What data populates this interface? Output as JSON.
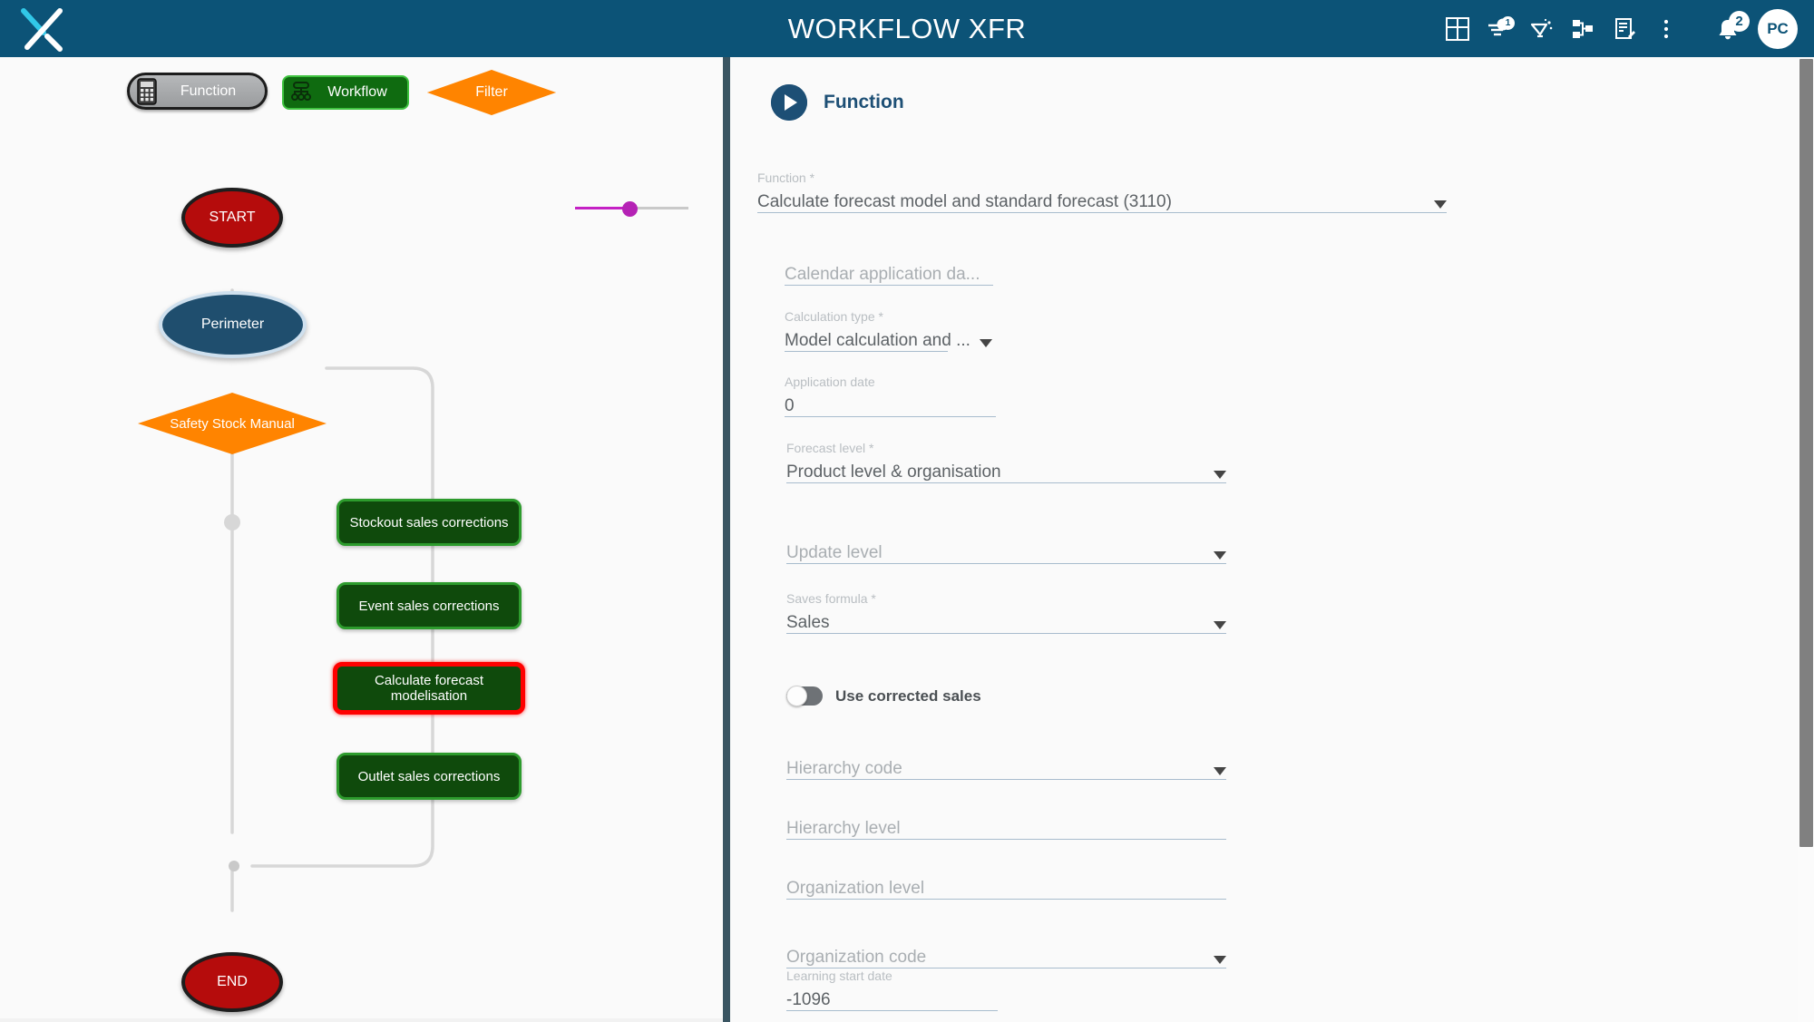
{
  "app": {
    "title": "WORKFLOW XFR",
    "logo_icon": "x-logo-icon",
    "brand_color": "#0c5377"
  },
  "topbar": {
    "icons": [
      {
        "name": "grid-dashboard-icon",
        "badge": null
      },
      {
        "name": "filter-settings-icon",
        "badge": "1"
      },
      {
        "name": "lightbulb-idea-icon",
        "badge": null
      },
      {
        "name": "hierarchy-connector-icon",
        "badge": null
      },
      {
        "name": "document-edit-icon",
        "badge": null
      },
      {
        "name": "kebab-menu-icon",
        "badge": null
      },
      {
        "name": "notifications-bell-icon",
        "badge": "2"
      }
    ],
    "avatar_initials": "PC"
  },
  "palette": {
    "function_label": "Function",
    "workflow_label": "Workflow",
    "filter_label": "Filter"
  },
  "zoom_slider": {
    "value_percent": 48,
    "active_color": "#c421c4",
    "inactive_color": "#c9c9c9"
  },
  "flowchart": {
    "nodes": [
      {
        "id": "start",
        "label": "START",
        "shape": "terminator",
        "color": "#b50c0c",
        "selected": false
      },
      {
        "id": "perimeter",
        "label": "Perimeter",
        "shape": "ellipse",
        "color": "#1f4e6e",
        "selected": false
      },
      {
        "id": "safety",
        "label": "Safety Stock Manual",
        "shape": "diamond",
        "color": "#ff8400",
        "selected": false
      },
      {
        "id": "stockout",
        "label": "Stockout sales corrections",
        "shape": "task",
        "color": "#0f4a0c",
        "selected": false
      },
      {
        "id": "event",
        "label": "Event sales corrections",
        "shape": "task",
        "color": "#0f4a0c",
        "selected": false
      },
      {
        "id": "forecast",
        "label": "Calculate forecast modelisation",
        "shape": "task",
        "color": "#0f4a0c",
        "selected": true
      },
      {
        "id": "outlet",
        "label": "Outlet sales corrections",
        "shape": "task",
        "color": "#0f4a0c",
        "selected": false
      },
      {
        "id": "end",
        "label": "END",
        "shape": "terminator",
        "color": "#b50c0c",
        "selected": false
      }
    ],
    "selection_color": "#ff0000",
    "connector_color": "#d7d7d7"
  },
  "details_panel": {
    "header_title": "Function",
    "header_icon": "play-circle-icon",
    "fields": [
      {
        "id": "function",
        "label": "Function *",
        "value": "Calculate forecast model and standard forecast (3110)",
        "type": "select",
        "is_placeholder": false,
        "caret": "right"
      },
      {
        "id": "calendar_app_date",
        "label": "",
        "value": "Calendar application da...",
        "type": "text",
        "is_placeholder": true,
        "caret": "none"
      },
      {
        "id": "calculation_type",
        "label": "Calculation type *",
        "value": "Model calculation and ...",
        "type": "select",
        "is_placeholder": false,
        "caret": "inline"
      },
      {
        "id": "application_date",
        "label": "Application date",
        "value": "0",
        "type": "text",
        "is_placeholder": false,
        "caret": "none"
      },
      {
        "id": "forecast_level",
        "label": "Forecast level *",
        "value": "Product level & organisation",
        "type": "select",
        "is_placeholder": false,
        "caret": "right"
      },
      {
        "id": "update_level",
        "label": "",
        "value": "Update level",
        "type": "select",
        "is_placeholder": true,
        "caret": "right"
      },
      {
        "id": "saves_formula",
        "label": "Saves formula *",
        "value": "Sales",
        "type": "select",
        "is_placeholder": false,
        "caret": "right"
      },
      {
        "id": "hierarchy_code",
        "label": "",
        "value": "Hierarchy code",
        "type": "select",
        "is_placeholder": true,
        "caret": "right"
      },
      {
        "id": "hierarchy_level",
        "label": "",
        "value": "Hierarchy level",
        "type": "text",
        "is_placeholder": true,
        "caret": "none"
      },
      {
        "id": "organization_level",
        "label": "",
        "value": "Organization level",
        "type": "text",
        "is_placeholder": true,
        "caret": "none"
      },
      {
        "id": "organization_code",
        "label": "",
        "value": "Organization code",
        "type": "select",
        "is_placeholder": true,
        "caret": "right"
      },
      {
        "id": "learning_start_date",
        "label": "Learning start date",
        "value": "-1096",
        "type": "text",
        "is_placeholder": false,
        "caret": "none"
      }
    ],
    "toggle": {
      "label": "Use corrected sales",
      "checked": false
    }
  }
}
